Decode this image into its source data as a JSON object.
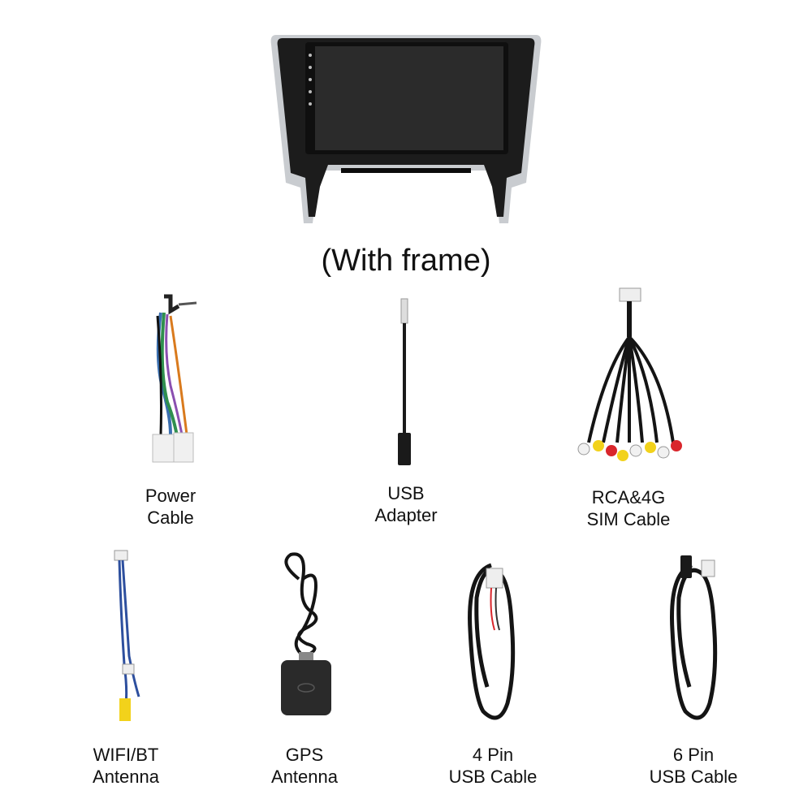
{
  "caption": "(With frame)",
  "items": [
    {
      "line1": "Power",
      "line2": "Cable"
    },
    {
      "line1": "USB",
      "line2": "Adapter"
    },
    {
      "line1": "RCA&4G",
      "line2": "SIM Cable"
    },
    {
      "line1": "WIFI/BT",
      "line2": "Antenna"
    },
    {
      "line1": "GPS",
      "line2": "Antenna"
    },
    {
      "line1": "4 Pin",
      "line2": "USB Cable"
    },
    {
      "line1": "6 Pin",
      "line2": "USB Cable"
    }
  ],
  "colors": {
    "background": "#ffffff",
    "frame": "#1c1c1c",
    "silver_trim": "#c9ccd0",
    "screen": "#2b2b2b",
    "rca_yellow": "#f2d21b",
    "rca_red": "#d9262c",
    "rca_white": "#f1f1f1",
    "cable_black": "#141414"
  }
}
